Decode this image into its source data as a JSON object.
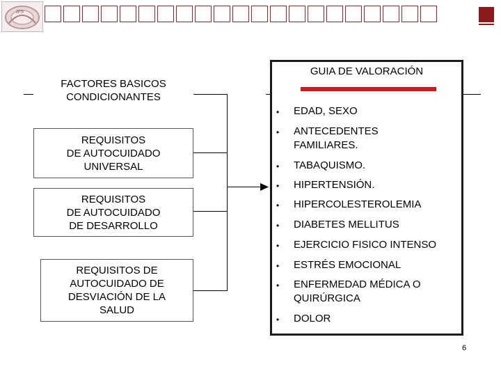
{
  "header": {
    "logo_text": "IPN",
    "square_count": 21
  },
  "colors": {
    "accent": "#8b1a1a",
    "guide_bar": "#d21a1a",
    "box_border": "#555555"
  },
  "left_boxes": {
    "factores": "FACTORES BASICOS\nCONDICIONANTES",
    "universal": "REQUISITOS\nDE AUTOCUIDADO\nUNIVERSAL",
    "desarrollo": "REQUISITOS\nDE AUTOCUIDADO\nDE DESARROLLO",
    "desviacion": "REQUISITOS DE\nAUTOCUIDADO DE\nDESVIACIÓN DE LA\nSALUD"
  },
  "guide": {
    "title": "GUIA DE VALORACIÓN",
    "bullet": "•",
    "items": [
      "EDAD, SEXO",
      " ANTECEDENTES\nFAMILIARES.",
      "TABAQUISMO.",
      "HIPERTENSIÓN.",
      "HIPERCOLESTEROLEMIA",
      "DIABETES MELLITUS",
      "EJERCICIO FISICO INTENSO",
      "ESTRÉS EMOCIONAL",
      "ENFERMEDAD MÉDICA O\nQUIRÚRGICA",
      "DOLOR"
    ]
  },
  "page_number": "6"
}
